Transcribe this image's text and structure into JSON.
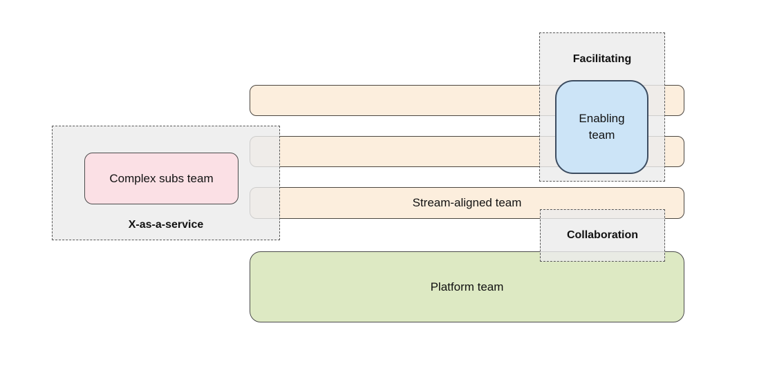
{
  "diagram": {
    "type": "team-topologies-interactions"
  },
  "teams": {
    "stream_aligned": {
      "label": "Stream-aligned team",
      "fill": "#fceedd",
      "border": "#4a453f"
    },
    "platform": {
      "label": "Platform team",
      "fill": "#dde9c3",
      "border": "#4a4a4a"
    },
    "complex_subs": {
      "label": "Complex subs team",
      "fill": "#fbe0e5",
      "border": "#4a4a4a"
    },
    "enabling": {
      "label": "Enabling team",
      "fill": "#cce4f7",
      "border": "#3c4c60"
    }
  },
  "regions": {
    "x_as_a_service": {
      "label": "X-as-a-service",
      "fill": "#efefef",
      "border": "#565656"
    },
    "facilitating": {
      "label": "Facilitating",
      "fill": "#efefef",
      "border": "#565656"
    },
    "collaboration": {
      "label": "Collaboration",
      "fill": "#efefef",
      "border": "#565656"
    }
  },
  "colors": {
    "background": "#ffffff",
    "text": "#111111"
  }
}
